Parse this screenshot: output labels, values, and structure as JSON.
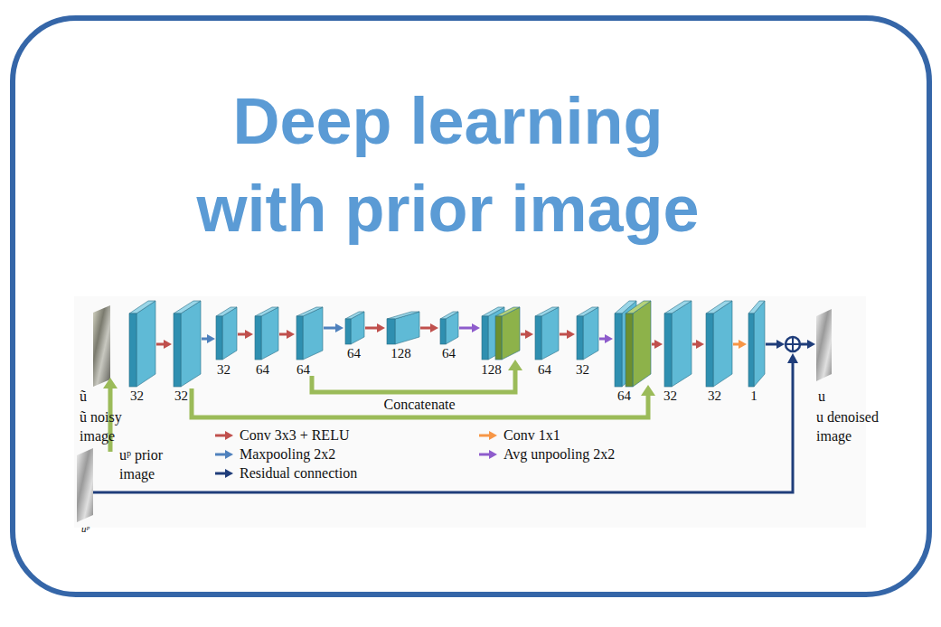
{
  "diagram": {
    "title": "Deep learning with prior image",
    "labels": [
      "32",
      "32",
      "32",
      "64",
      "64",
      "64",
      "128",
      "64",
      "128",
      "64",
      "32",
      "64",
      "32",
      "32",
      "1",
      "Concatenate",
      "ũ",
      "ũ noisy image",
      "uᵖ prior image",
      "uᵖ",
      "u",
      "u denoised image"
    ],
    "legend": [
      {
        "text": "Conv 3x3 + RELU"
      },
      {
        "text": "Maxpooling 2x2"
      },
      {
        "text": "Residual connection"
      },
      {
        "text": "Conv 1x1"
      },
      {
        "text": "Avg unpooling 2x2"
      }
    ]
  }
}
